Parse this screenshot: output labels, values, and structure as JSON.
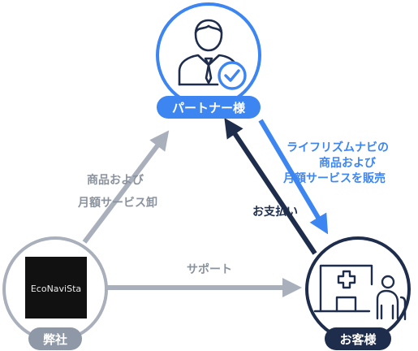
{
  "nodes": {
    "partner": {
      "label": "パートナー様",
      "color": "#3d85f0"
    },
    "company": {
      "label": "弊社",
      "logo_text": "EcoNaviSta",
      "color": "#8e98a6"
    },
    "customer": {
      "label": "お客様",
      "color": "#1f2d4d"
    }
  },
  "edges": {
    "partner_to_customer": {
      "lines": [
        "ライフリズムナビの",
        "商品および",
        "月額サービスを販売"
      ],
      "color": "#3d85f0"
    },
    "customer_to_partner": {
      "label": "お支払い",
      "color": "#1f2d4d"
    },
    "company_to_partner": {
      "lines": [
        "商品および",
        "月額サービス卸"
      ],
      "color": "#a9b0bb"
    },
    "company_to_customer": {
      "label": "サポート",
      "color": "#a9b0bb"
    }
  },
  "icons": {
    "partner": "businessman-with-check-icon",
    "customer": "hospital-and-elderly-person-icon"
  }
}
